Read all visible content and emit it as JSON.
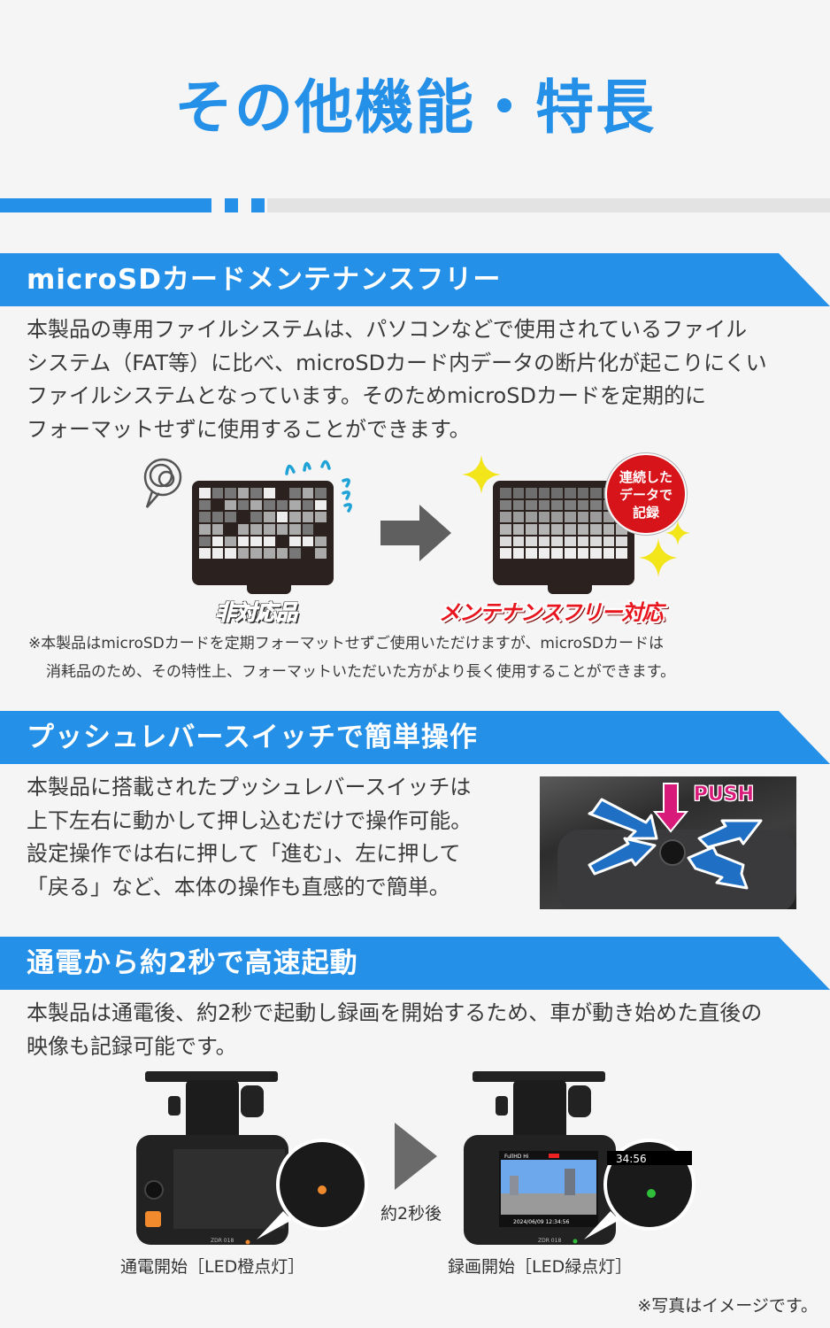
{
  "page": {
    "title": "その他機能・特長",
    "colors": {
      "accent": "#2590e8",
      "background": "#f5f5f5",
      "divider_gray": "#e3e3e3",
      "highlight_red": "#d7141a",
      "push_magenta": "#d81b7a",
      "led_orange": "#f08a2c",
      "led_green": "#2fbf3a"
    }
  },
  "sections": [
    {
      "heading": "microSDカードメンテナンスフリー",
      "body": [
        "本製品の専用ファイルシステムは、パソコンなどで使用されているファイル",
        "システム（FAT等）に比べ、microSDカード内データの断片化が起こりにくい",
        "ファイルシステムとなっています。そのためmicroSDカードを定期的に",
        "フォーマットせずに使用することができます。"
      ],
      "illustration": {
        "left_label": "非対応品",
        "right_label": "メンテナンスフリー対応",
        "bubble_lines": [
          "連続した",
          "データで",
          "記録"
        ]
      },
      "note": [
        "※本製品はmicroSDカードを定期フォーマットせずご使用いただけますが、microSDカードは",
        "消耗品のため、その特性上、フォーマットいただいた方がより長く使用することができます。"
      ]
    },
    {
      "heading": "プッシュレバースイッチで簡単操作",
      "body": [
        "本製品に搭載されたプッシュレバースイッチは",
        "上下左右に動かして押し込むだけで操作可能。",
        "設定操作では右に押して「進む」、左に押して",
        "「戻る」など、本体の操作も直感的で簡単。"
      ],
      "photo": {
        "push_label": "PUSH"
      }
    },
    {
      "heading": "通電から約2秒で高速起動",
      "body": [
        "本製品は通電後、約2秒で起動し録画を開始するため、車が動き始めた直後の",
        "映像も記録可能です。"
      ],
      "comparison": {
        "before_caption": "通電開始［LED橙点灯］",
        "after_caption": "録画開始［LED緑点灯］",
        "transition_label": "約2秒後",
        "model_label": "ZDR 018",
        "screen_timestamp": "2024/06/09 12:34:56",
        "zoom_time": "34:56",
        "screen_status": "FullHD  Hi  REC"
      }
    }
  ],
  "footnote": "※写真はイメージです。"
}
